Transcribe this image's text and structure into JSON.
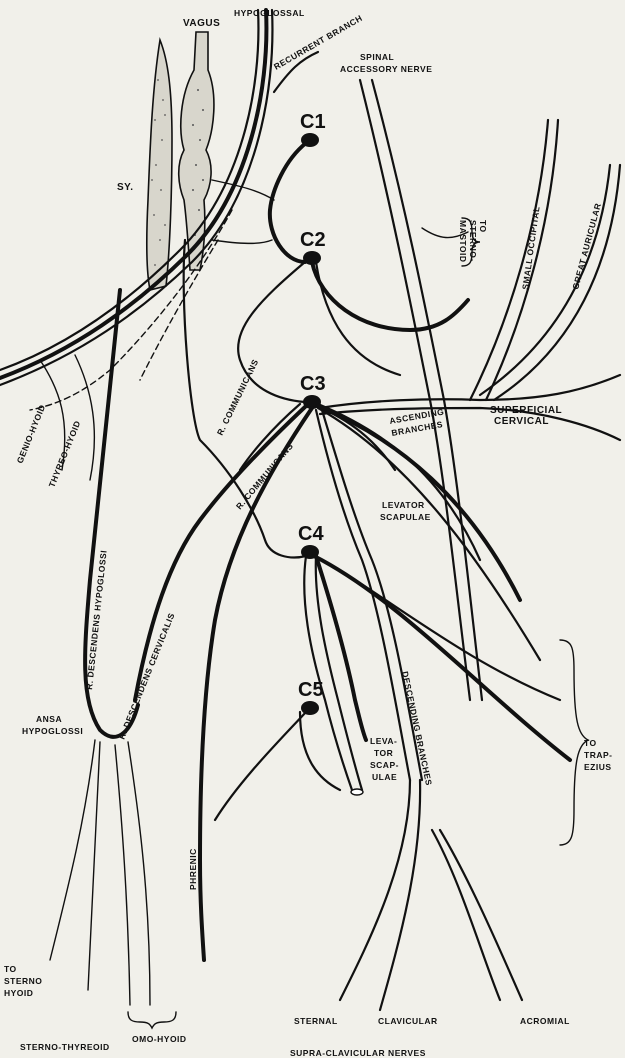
{
  "roots": [
    "C1",
    "C2",
    "C3",
    "C4",
    "C5"
  ],
  "labels": {
    "vagus": "VAGUS",
    "hypoglossal": "HYPOGLOSSAL",
    "recurrent_branch": "RECURRENT BRANCH",
    "spinal_accessory_1": "SPINAL",
    "spinal_accessory_2": "ACCESSORY NERVE",
    "sy": "SY.",
    "to_sternomastoid_1": "TO",
    "to_sternomastoid_2": "STERNO-",
    "to_sternomastoid_3": "MASTOID",
    "small_occipital": "SMALL OCCIPITAL",
    "great_auricular": "GREAT AURICULAR",
    "superficial_cervical_1": "SUPERFICIAL",
    "superficial_cervical_2": "CERVICAL",
    "ascending_branches_1": "ASCENDING",
    "ascending_branches_2": "BRANCHES",
    "genio_hyoid": "GENIO-HYOID",
    "thyreo_hyoid": "THYREO-HYOID",
    "r_descendens_hypoglossi": "R. DESCENDENS HYPOGLOSSI",
    "r_communicans_upper": "R. COMMUNICANS",
    "r_communicans_lower": "R. COMMUNICANS",
    "r_descendens_cervicalis": "R. DESCENDENS CERVICALIS",
    "levator_scapulae_1": "LEVATOR",
    "levator_scapulae_2": "SCAPULAE",
    "levator_scap_1": "LEVA-",
    "levator_scap_2": "TOR",
    "levator_scap_3": "SCAP-",
    "levator_scap_4": "ULAE",
    "descending_branches": "DESCENDING BRANCHES",
    "to_trapezius_1": "TO",
    "to_trapezius_2": "TRAP-",
    "to_trapezius_3": "EZIUS",
    "ansa_1": "ANSA",
    "ansa_2": "HYPOGLOSSI",
    "phrenic": "PHRENIC",
    "to_sternohyoid_1": "TO",
    "to_sternohyoid_2": "STERNO",
    "to_sternohyoid_3": "HYOID",
    "omo_hyoid": "OMO-HYOID",
    "sterno_thyreoid": "STERNO-THYREOID",
    "sternal": "STERNAL",
    "clavicular": "CLAVICULAR",
    "acromial": "ACROMIAL",
    "supra_clavicular": "SUPRA-CLAVICULAR NERVES"
  }
}
